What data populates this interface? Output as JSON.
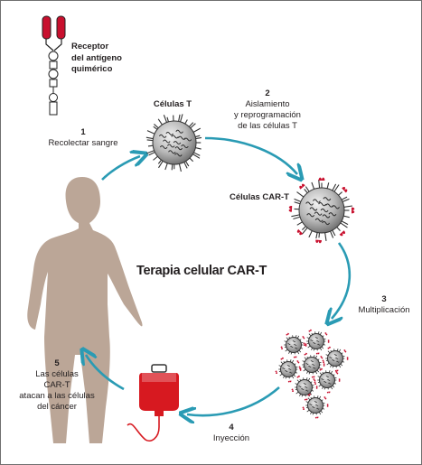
{
  "title": "Terapia celular CAR-T",
  "receptor_label": [
    "Receptor",
    "del antígeno",
    "quimérico"
  ],
  "t_cells_label": "Células T",
  "car_t_label": "Células CAR-T",
  "steps": [
    {
      "number": "1",
      "lines": [
        "Recolectar sangre"
      ]
    },
    {
      "number": "2",
      "lines": [
        "Aislamiento",
        "y reprogramación",
        "de las células T"
      ]
    },
    {
      "number": "3",
      "lines": [
        "Multiplicación"
      ]
    },
    {
      "number": "4",
      "lines": [
        "Inyección"
      ]
    },
    {
      "number": "5",
      "lines": [
        "Las células",
        "CAR-T",
        "atacan a las células",
        "del cáncer"
      ]
    }
  ],
  "icons": {
    "receptor": "car-receptor-icon",
    "t_cell": "t-cell-icon",
    "car_t_cell": "car-t-cell-icon",
    "cell_cluster": "multiplied-cells-icon",
    "iv_bag": "iv-bag-icon",
    "person": "patient-silhouette-icon",
    "arrow": "cycle-arrow-icon"
  },
  "colors": {
    "arrow": "#2a9bb4",
    "receptor_red": "#c8102e",
    "body": "#bba697",
    "cell_fill": "#c9c9c9",
    "cell_dark": "#4a4a4a",
    "iv_red": "#d71920"
  }
}
